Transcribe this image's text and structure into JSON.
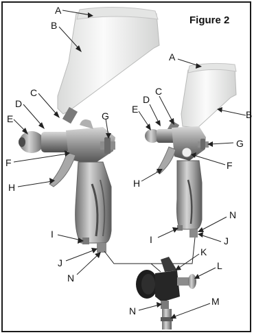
{
  "figure": {
    "title": "Figure 2"
  },
  "labels": {
    "large_gun": {
      "A": "A",
      "B": "B",
      "C": "C",
      "D": "D",
      "E": "E",
      "F": "F",
      "G": "G",
      "H": "H",
      "I": "I",
      "J": "J",
      "N": "N"
    },
    "small_gun": {
      "A": "A",
      "B": "B",
      "C": "C",
      "D": "D",
      "E": "E",
      "F": "F",
      "G": "G",
      "H": "H",
      "I": "I",
      "J": "J",
      "N": "N"
    },
    "regulator": {
      "K": "K",
      "L": "L",
      "M": "M",
      "N": "N"
    }
  },
  "colors": {
    "cup": "#ecedec",
    "metal": "#9a9a9a",
    "metal_dark": "#3c3c3c",
    "gauge": "#1d1d1d",
    "line": "#222222"
  }
}
